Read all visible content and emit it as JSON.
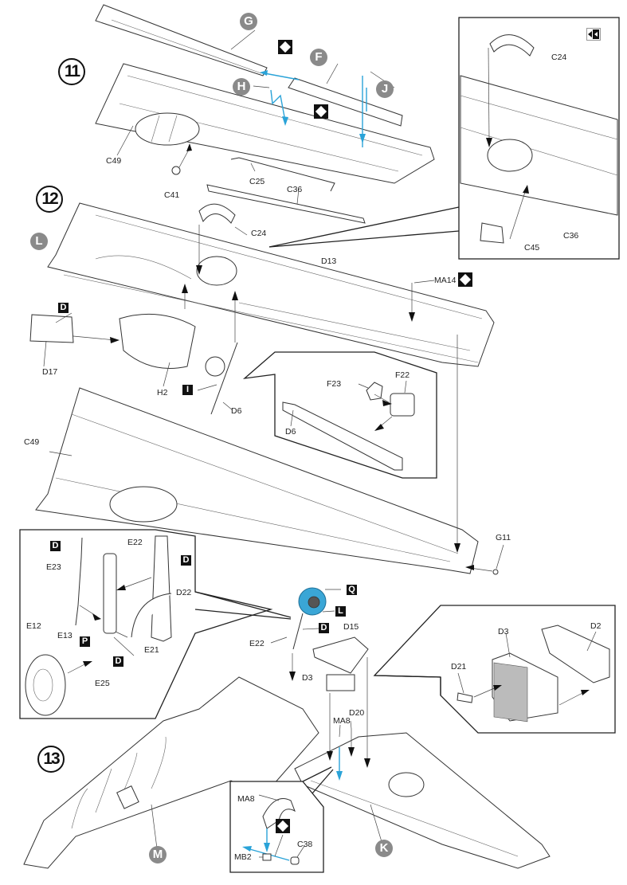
{
  "document": {
    "type": "model kit assembly instructions",
    "steps": [
      {
        "number": "11"
      },
      {
        "number": "12"
      },
      {
        "number": "13"
      }
    ],
    "sprue_markers": {
      "grey_circles": [
        "G",
        "F",
        "H",
        "J",
        "L",
        "K",
        "M"
      ],
      "black_squares": [
        "D",
        "I",
        "D",
        "D",
        "P",
        "D",
        "Q",
        "L",
        "D"
      ]
    },
    "part_labels": {
      "step11": [
        "C49",
        "C41",
        "C25",
        "C36"
      ],
      "step11_detail": [
        "C24",
        "C45",
        "C36"
      ],
      "step12": [
        "C24",
        "D13",
        "MA14",
        "D17",
        "H2",
        "D6",
        "C49",
        "G11"
      ],
      "step12_detail": [
        "F23",
        "F22",
        "D6"
      ],
      "step13_gear_detail": [
        "E22",
        "E23",
        "D22",
        "E12",
        "E13",
        "E21",
        "E25"
      ],
      "step13": [
        "E22",
        "D15",
        "D3",
        "MA8",
        "D20"
      ],
      "step13_radiator_detail": [
        "D3",
        "D2",
        "D21"
      ],
      "step13_hinge_detail": [
        "MA8",
        "MB2",
        "C38"
      ]
    },
    "icons": {
      "photo_etch_marker": "diamond-in-square-icon",
      "flip_view": "flip-view-icon"
    },
    "colors": {
      "ink": "#1a1a1a",
      "accent_blue": "#2aa3d8",
      "sprue_grey": "#8a8a8a",
      "background": "#ffffff"
    }
  },
  "labels": {
    "step11": "11",
    "step12": "12",
    "step13": "13",
    "G": "G",
    "F": "F",
    "H": "H",
    "J": "J",
    "L": "L",
    "K": "K",
    "M": "M",
    "D": "D",
    "I": "I",
    "P": "P",
    "Q": "Q",
    "C49": "C49",
    "C41": "C41",
    "C25": "C25",
    "C36": "C36",
    "C24": "C24",
    "C45": "C45",
    "D13": "D13",
    "MA14": "MA14",
    "D17": "D17",
    "H2": "H2",
    "D6": "D6",
    "G11": "G11",
    "F23": "F23",
    "F22": "F22",
    "E22": "E22",
    "E23": "E23",
    "D22": "D22",
    "E12": "E12",
    "E13": "E13",
    "E21": "E21",
    "E25": "E25",
    "D15": "D15",
    "D3": "D3",
    "MA8": "MA8",
    "D20": "D20",
    "D2": "D2",
    "D21": "D21",
    "MB2": "MB2",
    "C38": "C38"
  }
}
